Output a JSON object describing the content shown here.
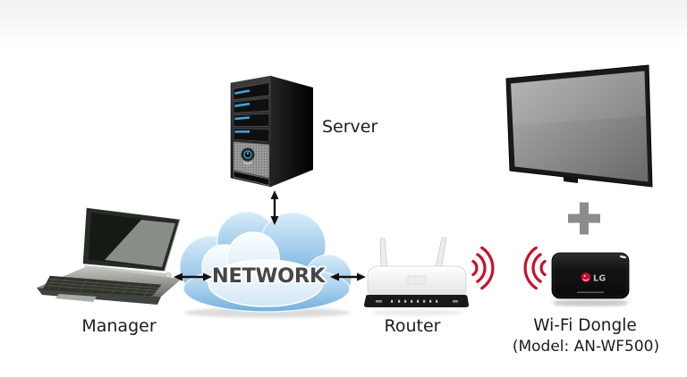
{
  "labels": {
    "server": "Server",
    "manager": "Manager",
    "router": "Router",
    "network": "NETWORK",
    "wifi_dongle": "Wi-Fi Dongle",
    "wifi_dongle_model": "(Model: AN-WF500)",
    "plus_sign": "+",
    "dongle_logo": "LG"
  },
  "colors": {
    "wifi_wave_red": "#c8102e",
    "lg_logo_red": "#c8102e",
    "cloud_blue": "#7ab2dd",
    "cloud_light": "#eef7fd",
    "arrow_black": "#111111",
    "network_text": "#46464a",
    "plus_gray": "#8c8c8c",
    "top_fade_gray": "#f1f1f1"
  },
  "diagram": {
    "type": "network-topology",
    "nodes": [
      "server",
      "manager",
      "network-cloud",
      "router",
      "display",
      "wifi-dongle"
    ],
    "connections": [
      {
        "from": "manager",
        "to": "network-cloud",
        "style": "double-arrow"
      },
      {
        "from": "server",
        "to": "network-cloud",
        "style": "double-arrow"
      },
      {
        "from": "network-cloud",
        "to": "router",
        "style": "double-arrow"
      },
      {
        "from": "router",
        "to": "wifi-dongle",
        "style": "wireless-waves"
      },
      {
        "from": "display",
        "to": "wifi-dongle",
        "style": "plus"
      }
    ]
  }
}
